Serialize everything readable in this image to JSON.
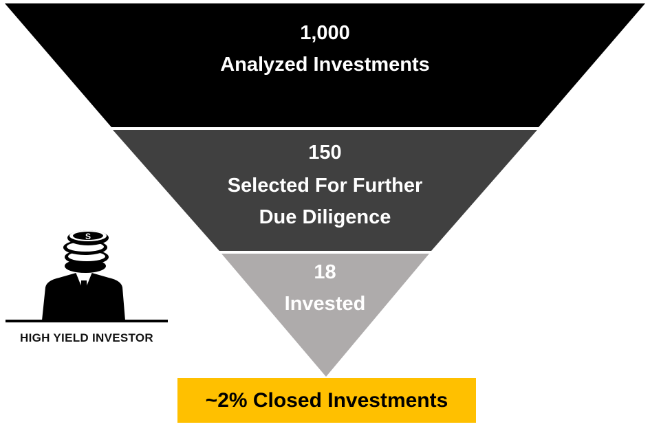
{
  "funnel": {
    "stages": [
      {
        "count": "1,000",
        "label": "Analyzed Investments",
        "color": "#000000"
      },
      {
        "count": "150",
        "label_line1": "Selected For Further",
        "label_line2": "Due Diligence",
        "color": "#404040"
      },
      {
        "count": "18",
        "label": "Invested",
        "color": "#aeabab"
      }
    ],
    "result": {
      "label": "~2% Closed Investments",
      "color": "#ffc000"
    }
  },
  "logo": {
    "text": "HIGH YIELD INVESTOR"
  }
}
